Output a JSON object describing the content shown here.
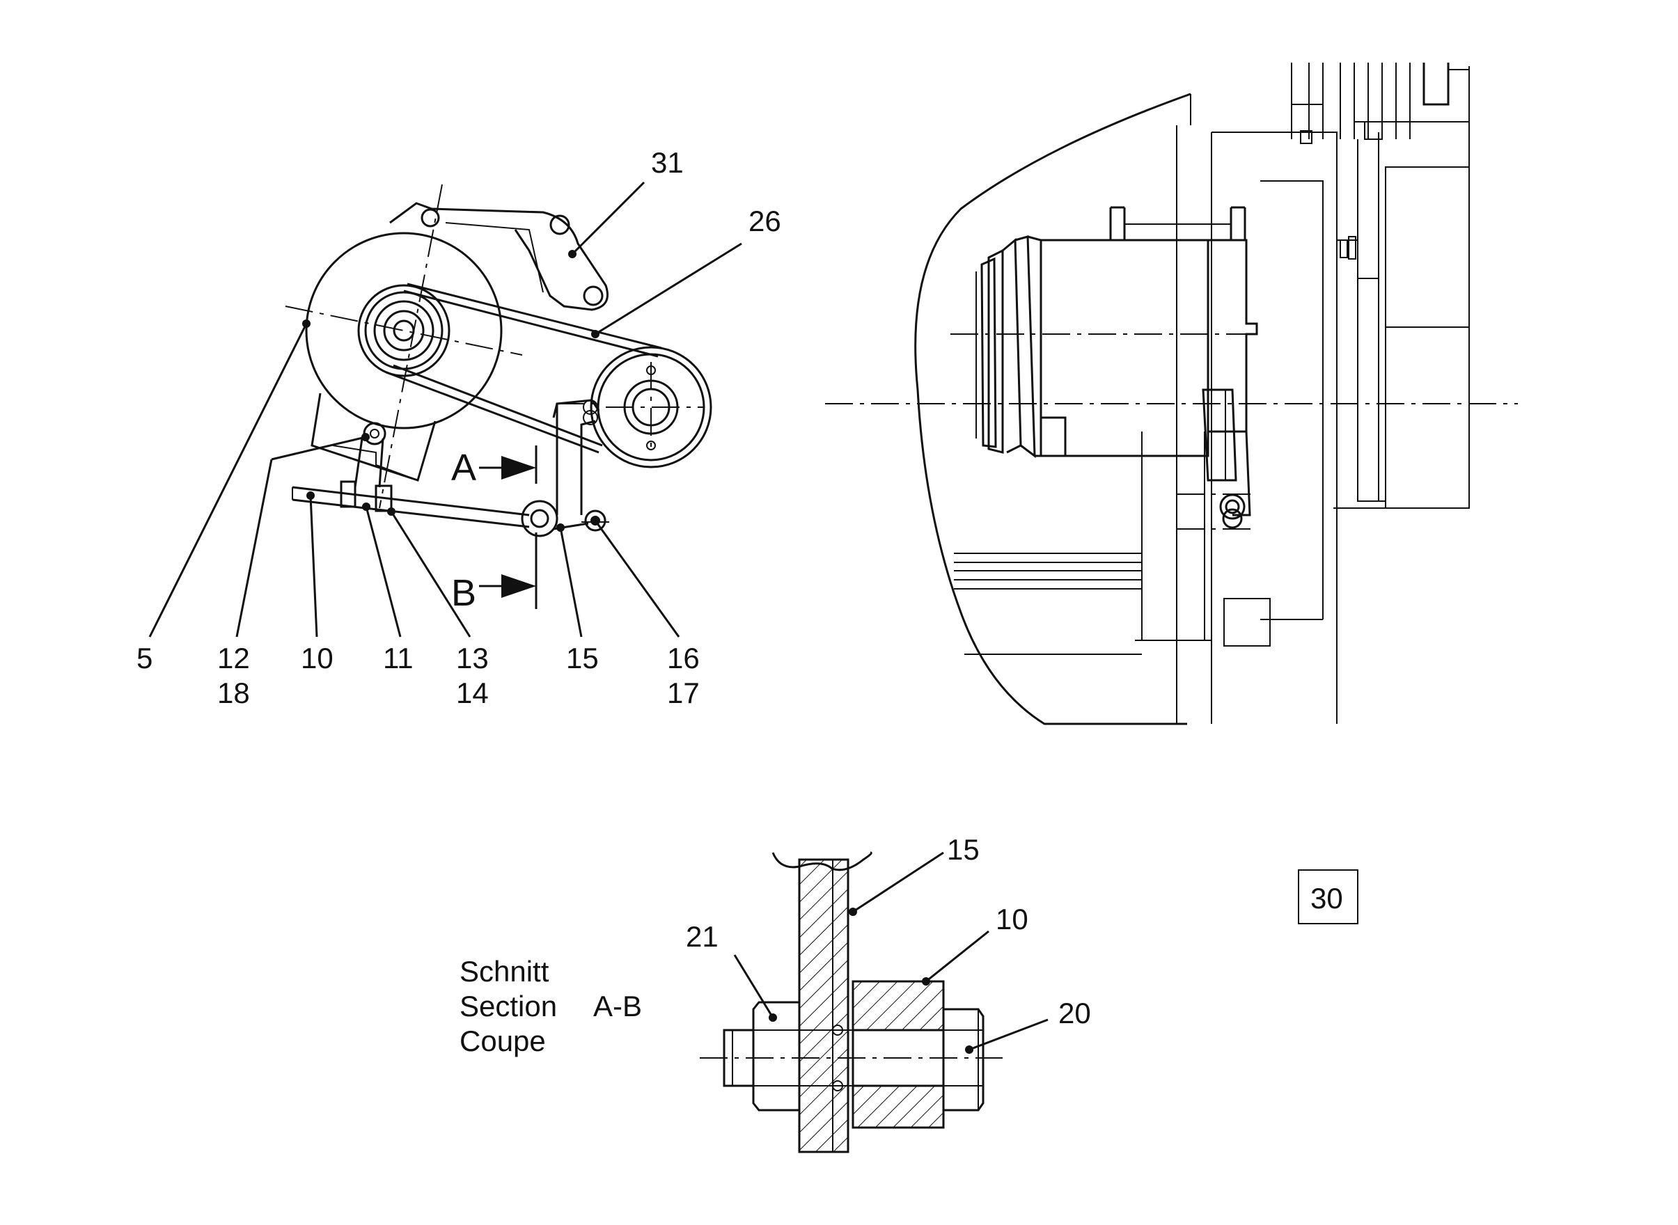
{
  "callouts": {
    "c31": "31",
    "c26": "26",
    "c5": "5",
    "c12": "12",
    "c18": "18",
    "c10": "10",
    "c11": "11",
    "c13": "13",
    "c14": "14",
    "c15": "15",
    "c16": "16",
    "c17": "17",
    "s15": "15",
    "s10": "10",
    "s21": "21",
    "s20": "20"
  },
  "section_marks": {
    "a": "A",
    "b": "B"
  },
  "section_caption": {
    "line1": "Schnitt",
    "line2": "Section",
    "line2_suffix": "A-B",
    "line3": "Coupe"
  },
  "page_number": "30"
}
